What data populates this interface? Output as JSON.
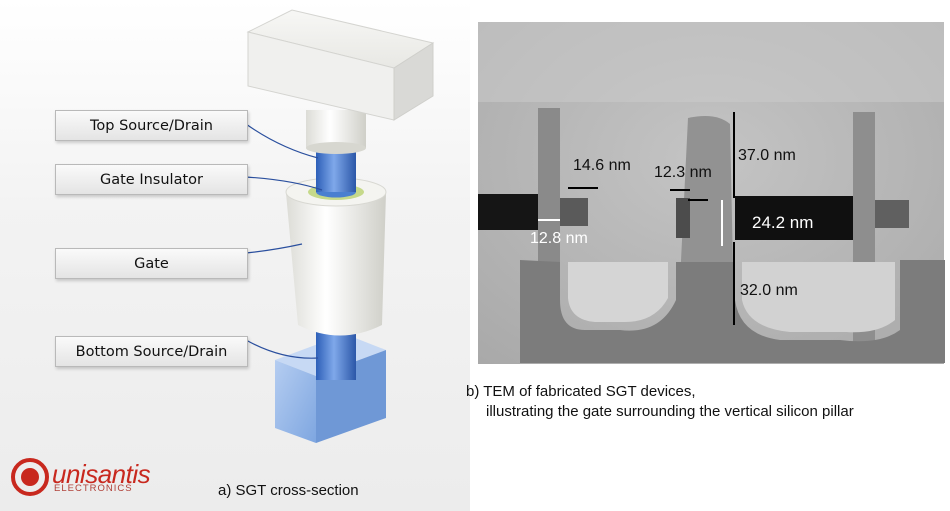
{
  "labels": {
    "top_source_drain": "Top Source/Drain",
    "gate_insulator": "Gate Insulator",
    "gate": "Gate",
    "bottom_source_drain": "Bottom Source/Drain"
  },
  "captions": {
    "a": "a)  SGT cross-section",
    "b_line1": "b)  TEM of fabricated SGT devices,",
    "b_line2": "illustrating the gate surrounding the vertical silicon pillar"
  },
  "tem_annotations": {
    "m1": "14.6 nm",
    "m2": "12.3 nm",
    "m3": "37.0 nm",
    "m4": "12.8 nm",
    "m5": "24.2 nm",
    "m6": "32.0 nm"
  },
  "logo": {
    "name": "unisantis",
    "sub": "ELECTRONICS",
    "color": "#c8281e"
  },
  "colors": {
    "pillar_blue": "#4a7fd0",
    "insulator_green": "#c6d98a",
    "tem_gray": "#b9b9b9"
  }
}
